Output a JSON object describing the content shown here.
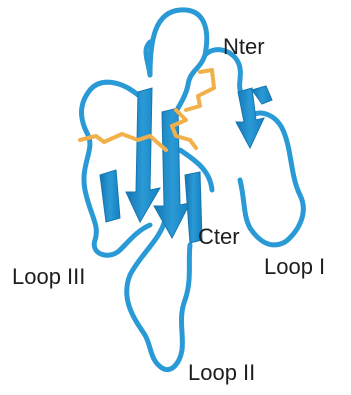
{
  "labels": {
    "nter": "Nter",
    "cter": "Cter",
    "loop_i": "Loop I",
    "loop_ii": "Loop II",
    "loop_iii": "Loop III"
  },
  "colors": {
    "ribbon": "#2a9ad6",
    "ribbon_dark": "#1576b2",
    "disulfide": "#f2b04a",
    "background": "#ffffff"
  }
}
